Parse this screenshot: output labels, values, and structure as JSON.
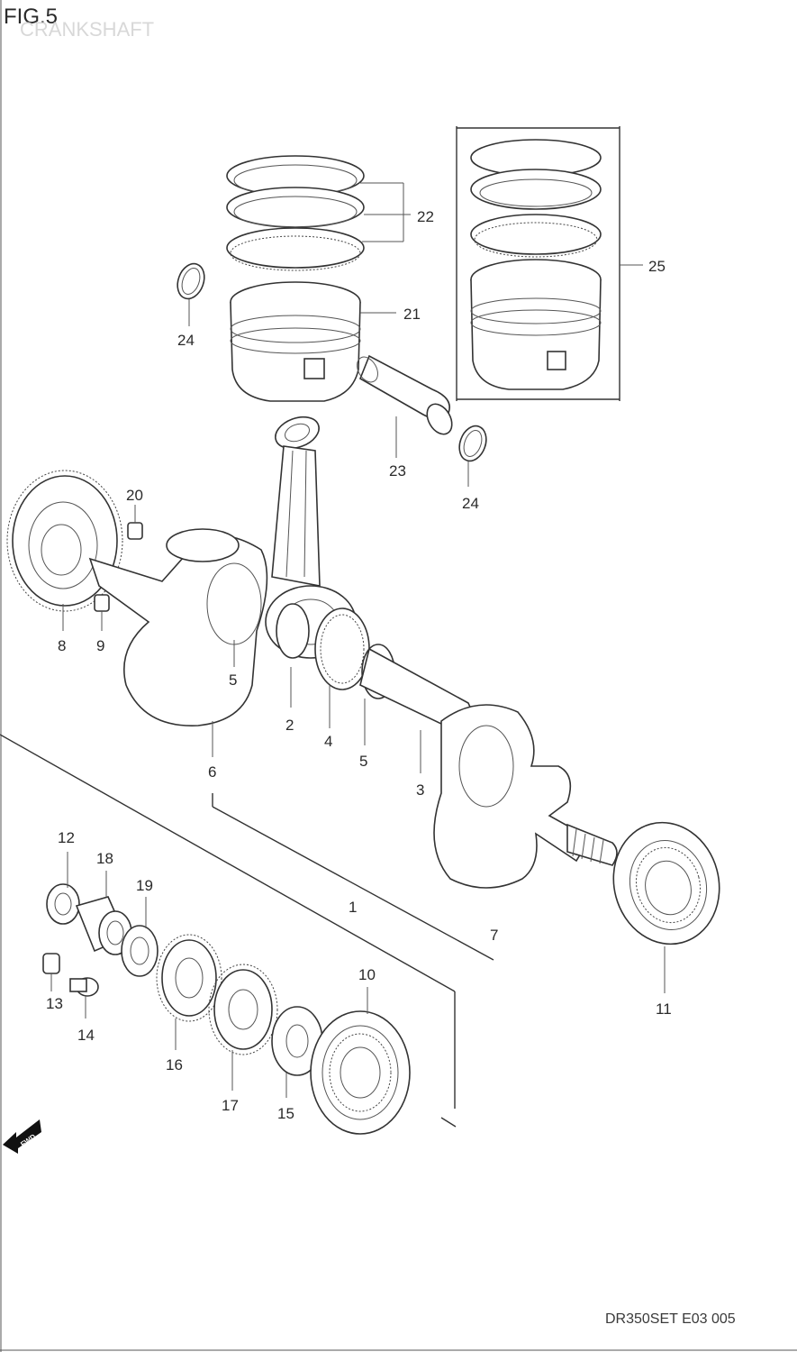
{
  "figure": {
    "title": "FIG.5",
    "subtitle": "CRANKSHAFT",
    "code": "DR350SET E03 005",
    "direction_badge": "FWD"
  },
  "callouts": [
    "1",
    "2",
    "3",
    "4",
    "5",
    "5",
    "6",
    "7",
    "8",
    "9",
    "10",
    "11",
    "12",
    "13",
    "14",
    "15",
    "16",
    "17",
    "18",
    "19",
    "20",
    "21",
    "22",
    "23",
    "24",
    "24",
    "25"
  ]
}
